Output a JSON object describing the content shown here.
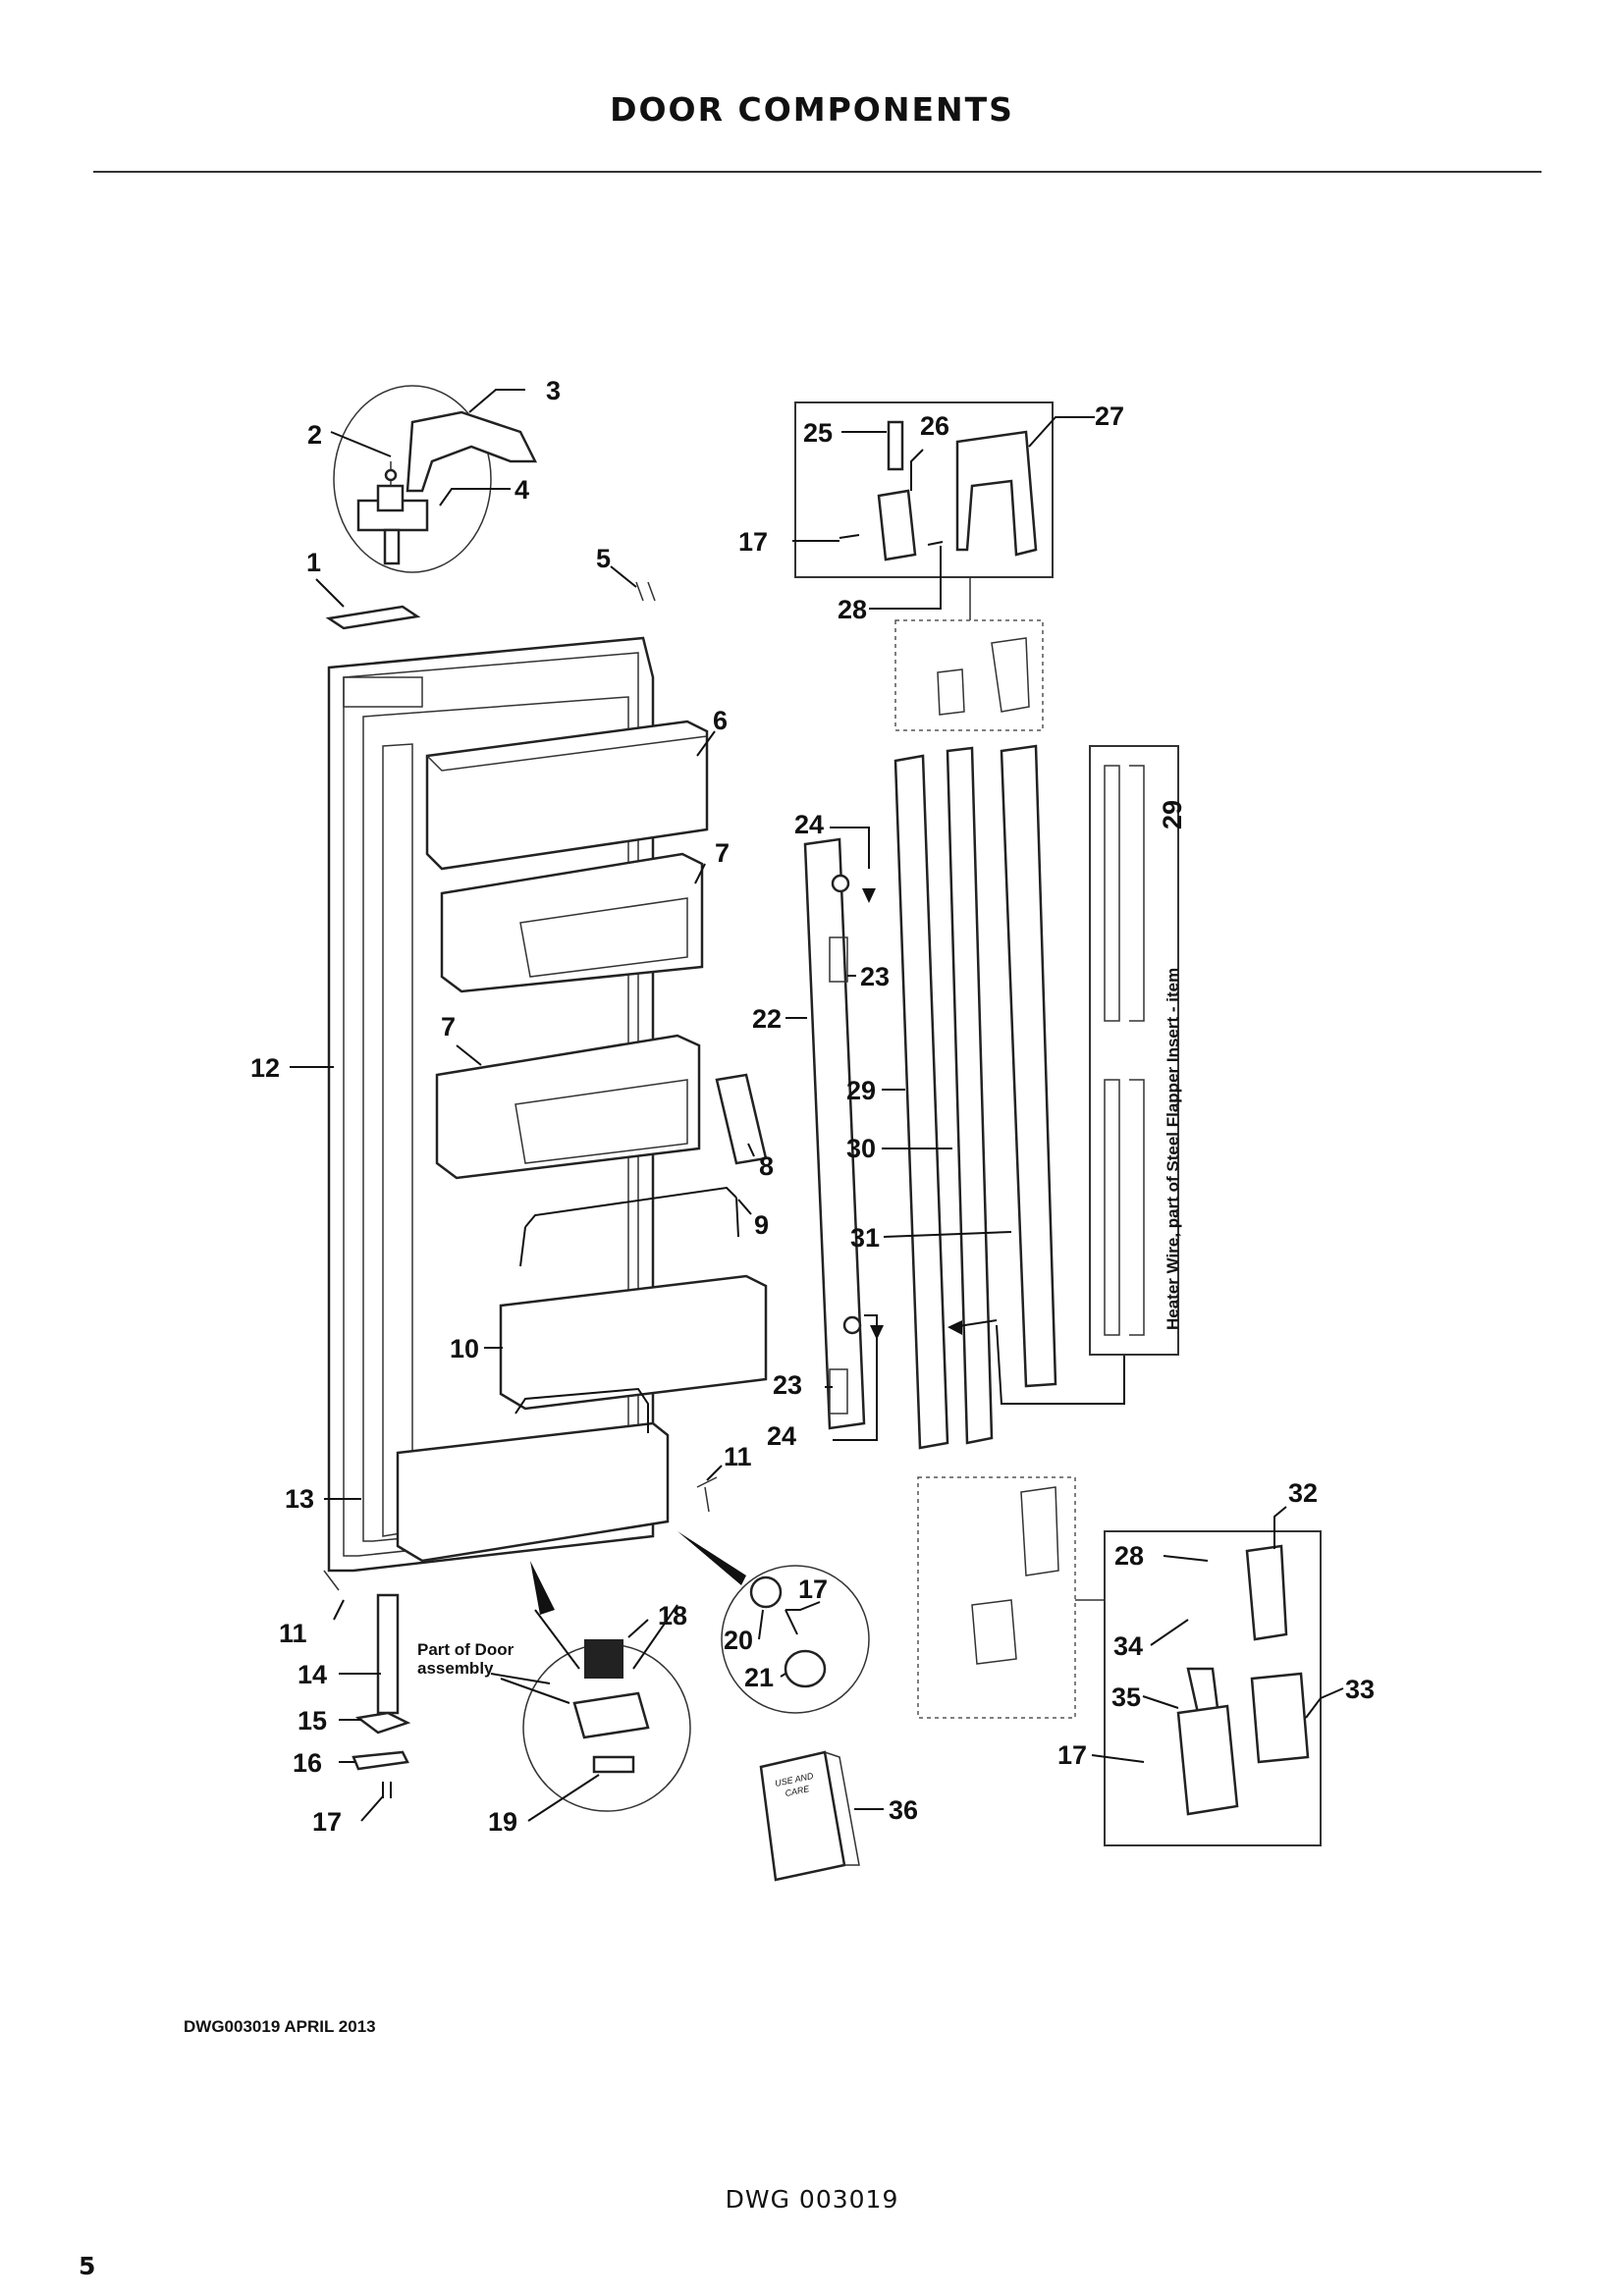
{
  "title": "DOOR COMPONENTS",
  "drawing_date": "DWG003019   APRIL 2013",
  "footer_drawing": "DWG 003019",
  "page_number": "5",
  "callouts": {
    "c1": "1",
    "c2": "2",
    "c3": "3",
    "c4": "4",
    "c5": "5",
    "c6": "6",
    "c7a": "7",
    "c7b": "7",
    "c8": "8",
    "c9": "9",
    "c10": "10",
    "c11a": "11",
    "c11b": "11",
    "c12": "12",
    "c13": "13",
    "c14": "14",
    "c15": "15",
    "c16": "16",
    "c17a": "17",
    "c17b": "17",
    "c17c": "17",
    "c17d": "17",
    "c18": "18",
    "c19": "19",
    "c20": "20",
    "c21": "21",
    "c22": "22",
    "c23a": "23",
    "c23b": "23",
    "c24a": "24",
    "c24b": "24",
    "c25": "25",
    "c26": "26",
    "c27": "27",
    "c28a": "28",
    "c28b": "28",
    "c29a": "29",
    "c29b": "29",
    "c30": "30",
    "c31": "31",
    "c32": "32",
    "c33": "33",
    "c34": "34",
    "c35": "35",
    "c36": "36"
  },
  "notes": {
    "part_of_door_line1": "Part of Door",
    "part_of_door_line2": "assembly",
    "heater_wire": "Heater Wire, part of Steel Flapper Insert - item",
    "manual_line1": "USE AND",
    "manual_line2": "CARE"
  }
}
